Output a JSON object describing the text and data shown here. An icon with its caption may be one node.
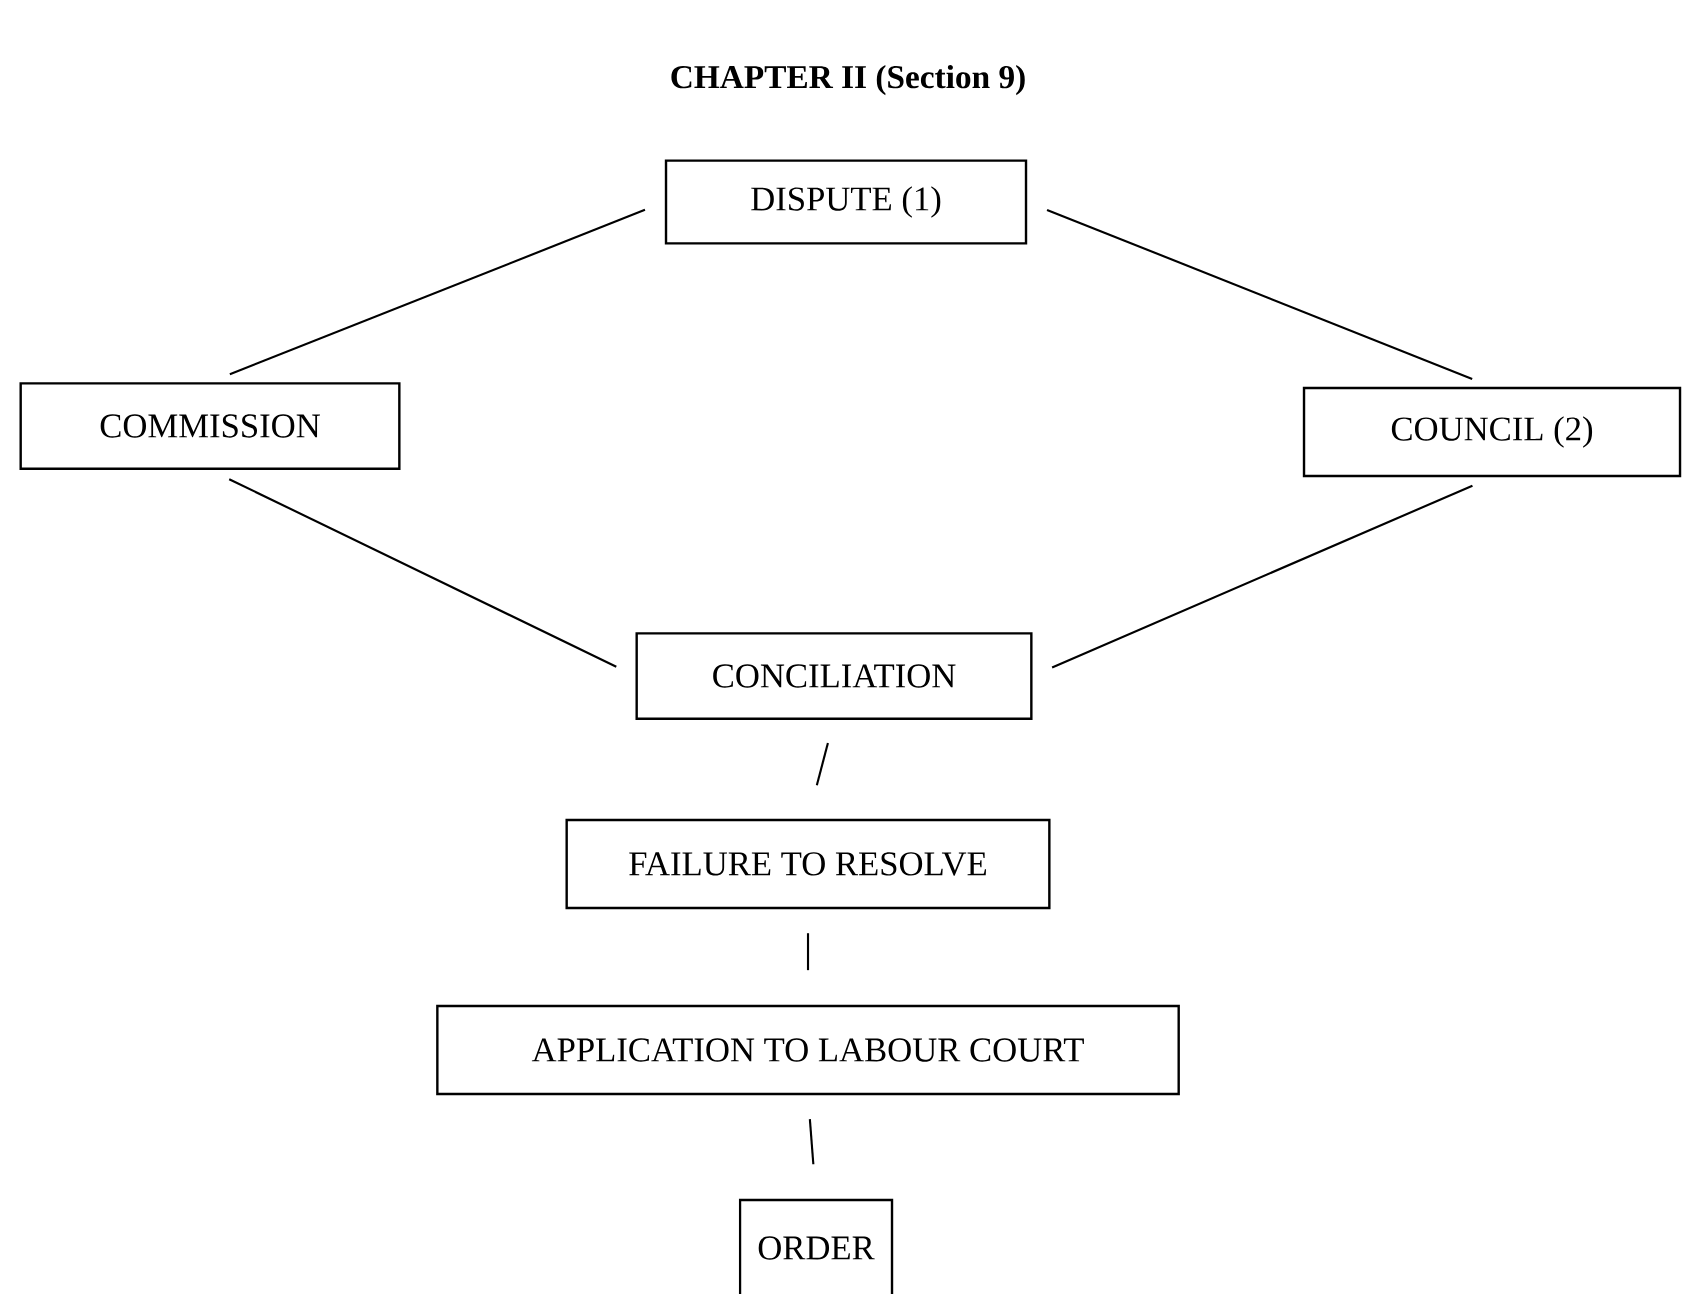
{
  "diagram": {
    "title": "CHAPTER II (Section 9)",
    "nodes": [
      {
        "text": [
          "DISPUTE (1)"
        ]
      },
      {
        "text": [
          "COMMISSION"
        ]
      },
      {
        "text": [
          "COUNCIL (2)"
        ]
      },
      {
        "text": [
          "CONCILIATION"
        ]
      },
      {
        "text": [
          "FAILURE TO RESOLVE"
        ]
      },
      {
        "text": [
          "APPLICATION TO LABOUR COURT"
        ]
      },
      {
        "text": [
          "ORDER"
        ]
      }
    ],
    "edges": [
      {
        "from": 0,
        "to": 1,
        "arrow": "none"
      },
      {
        "from": 0,
        "to": 2,
        "arrow": "none"
      },
      {
        "from": 1,
        "to": 3,
        "arrow": "none"
      },
      {
        "from": 2,
        "to": 3,
        "arrow": "none"
      },
      {
        "from": 3,
        "to": 4,
        "arrow": "none"
      },
      {
        "from": 4,
        "to": 5,
        "arrow": "none"
      },
      {
        "from": 5,
        "to": 6,
        "arrow": "none"
      }
    ]
  }
}
